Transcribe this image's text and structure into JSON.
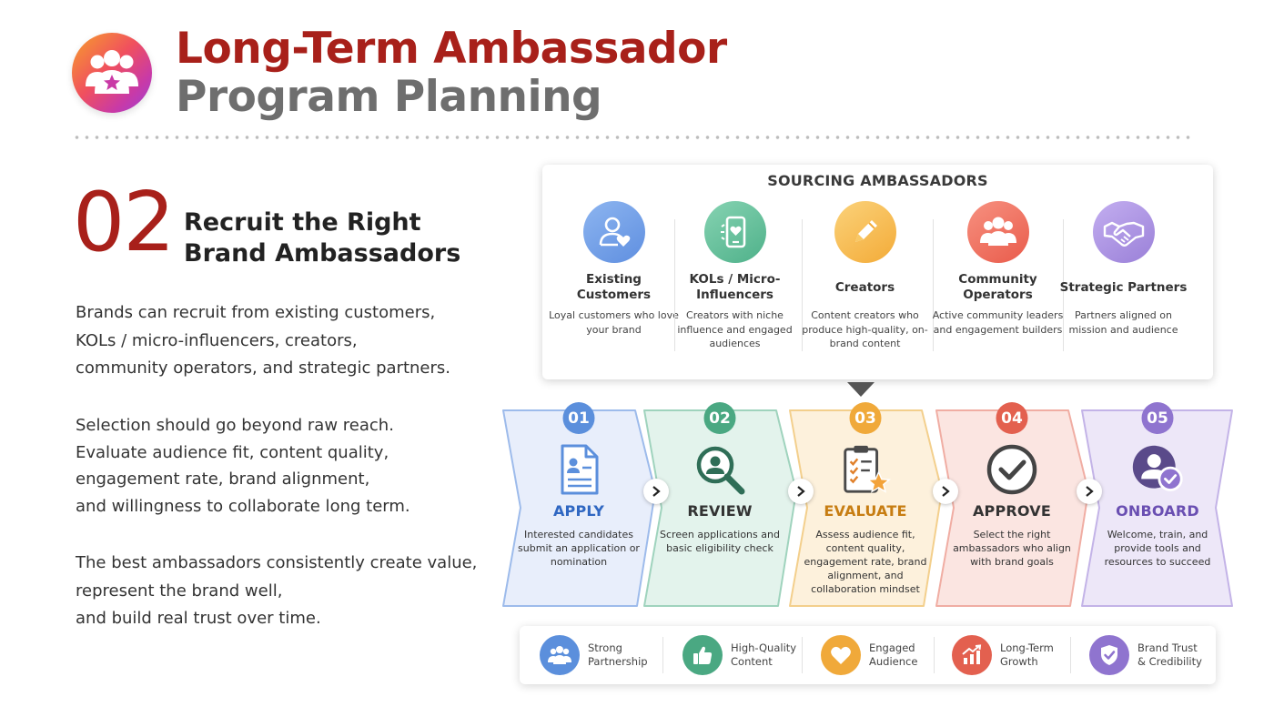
{
  "header": {
    "title_line1": "Long-Term Ambassador",
    "title_line2": "Program Planning",
    "logo_icon": "community-star-icon"
  },
  "section": {
    "number": "02",
    "title_line1": "Recruit the Right",
    "title_line2": "Brand Ambassadors",
    "para1": [
      "Brands can recruit from existing customers,",
      "KOLs / micro-influencers, creators,",
      "community operators, and strategic partners."
    ],
    "para2": [
      "Selection should go beyond raw reach.",
      "Evaluate audience fit, content quality,",
      "engagement rate, brand alignment,",
      "and willingness to collaborate long term."
    ],
    "para3": [
      "The best ambassadors consistently create value,",
      "represent the brand well,",
      "and build real trust over time."
    ]
  },
  "sourcing": {
    "title": "SOURCING AMBASSADORS",
    "items": [
      {
        "name": "Existing Customers",
        "desc": "Loyal customers who love your brand",
        "icon": "user-heart-icon",
        "color": "#6f9de8"
      },
      {
        "name": "KOLs / Micro-Influencers",
        "desc": "Creators with niche influence and engaged audiences",
        "icon": "phone-heart-icon",
        "color": "#5dbf97"
      },
      {
        "name": "Creators",
        "desc": "Content creators who produce high-quality, on-brand content",
        "icon": "pencil-icon",
        "color": "#f5b84a"
      },
      {
        "name": "Community Operators",
        "desc": "Active community leaders and engagement builders",
        "icon": "group-icon",
        "color": "#ef6a5a"
      },
      {
        "name": "Strategic Partners",
        "desc": "Partners aligned on mission and audience",
        "icon": "handshake-icon",
        "color": "#a88ddb"
      }
    ]
  },
  "process": {
    "steps": [
      {
        "num": "01",
        "label": "APPLY",
        "desc": "Interested candidates submit an application or nomination",
        "icon": "application-form-icon",
        "color": "#5b8fdc",
        "fill": "#e7eefb",
        "stroke": "#9dbbeb"
      },
      {
        "num": "02",
        "label": "REVIEW",
        "desc": "Screen applications and basic eligibility check",
        "icon": "magnifier-user-icon",
        "color": "#4aa882",
        "fill": "#e3f3ec",
        "stroke": "#9fd3bd"
      },
      {
        "num": "03",
        "label": "EVALUATE",
        "desc": "Assess audience fit, content quality, engagement rate, brand alignment, and collaboration mindset",
        "icon": "checklist-star-icon",
        "color": "#f0a93a",
        "fill": "#fdf1dc",
        "stroke": "#f3cf8c"
      },
      {
        "num": "04",
        "label": "APPROVE",
        "desc": "Select the right ambassadors who align with brand goals",
        "icon": "check-circle-icon",
        "color": "#e3604f",
        "fill": "#fbe5e1",
        "stroke": "#f0ada3"
      },
      {
        "num": "05",
        "label": "ONBOARD",
        "desc": "Welcome, train, and provide tools and resources to succeed",
        "icon": "user-check-icon",
        "color": "#8f74cf",
        "fill": "#ede7f8",
        "stroke": "#c3b3e7"
      }
    ]
  },
  "benefits": {
    "items": [
      {
        "line1": "Strong",
        "line2": "Partnership",
        "icon": "team-icon",
        "color": "#5b8fdc"
      },
      {
        "line1": "High-Quality",
        "line2": "Content",
        "icon": "thumbs-up-icon",
        "color": "#4aa882"
      },
      {
        "line1": "Engaged",
        "line2": "Audience",
        "icon": "heart-icon",
        "color": "#f0a93a"
      },
      {
        "line1": "Long-Term",
        "line2": "Growth",
        "icon": "growth-chart-icon",
        "color": "#e3604f"
      },
      {
        "line1": "Brand Trust",
        "line2": "& Credibility",
        "icon": "shield-check-icon",
        "color": "#8f74cf"
      }
    ]
  }
}
